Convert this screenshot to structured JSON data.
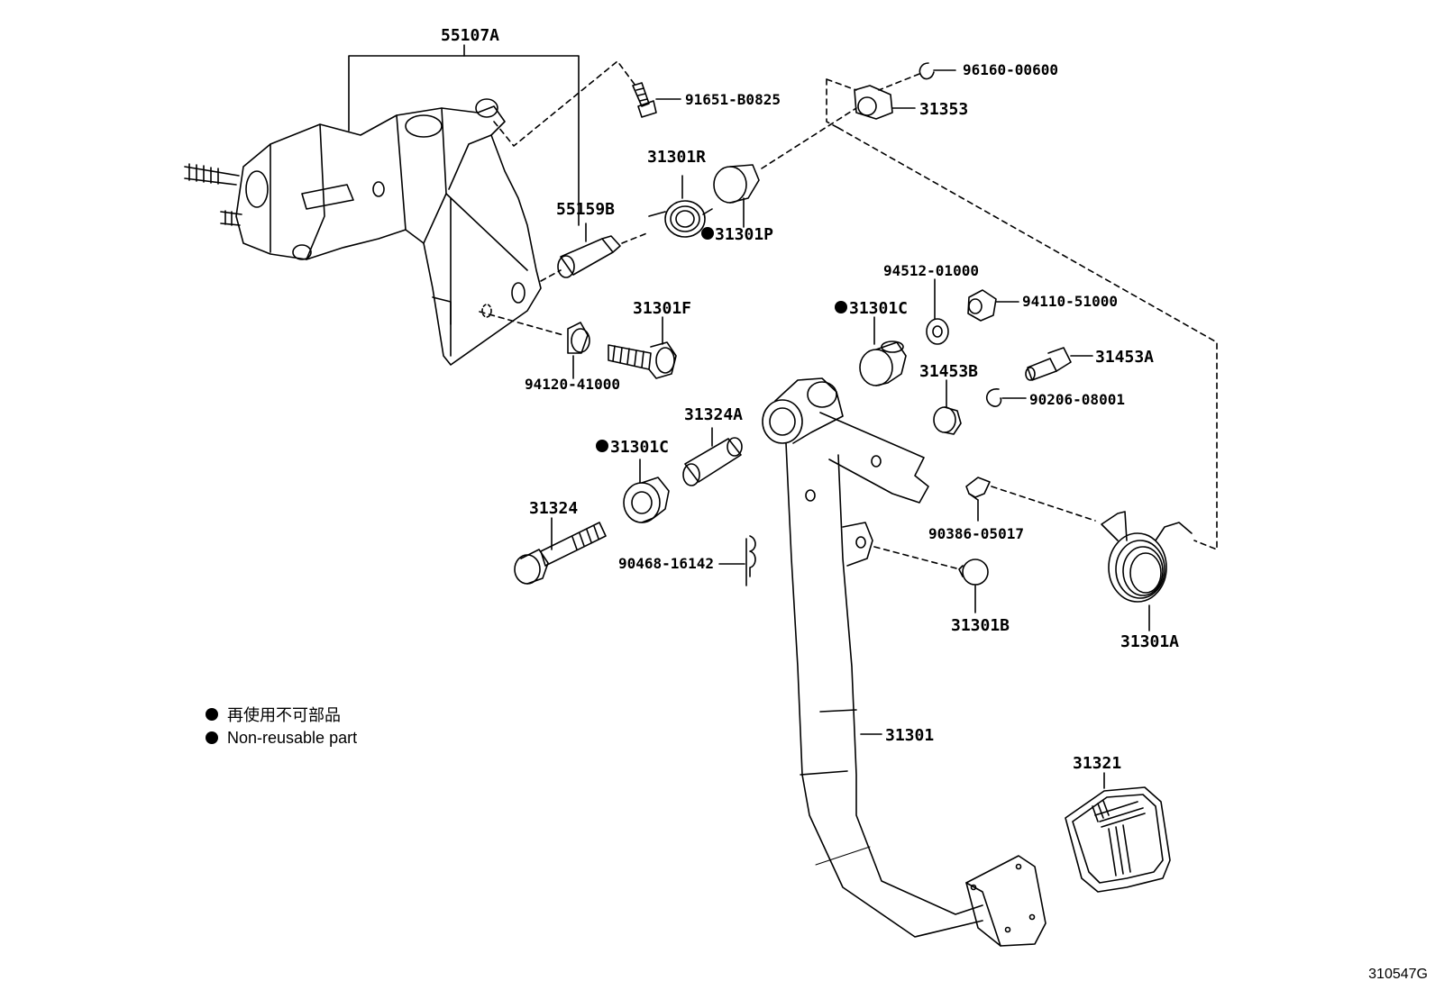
{
  "labels": {
    "p55107A": "55107A",
    "p91651": "91651-B0825",
    "p96160": "96160-00600",
    "p31353": "31353",
    "p31301R": "31301R",
    "p55159B": "55159B",
    "p31301P": "31301P",
    "p94512": "94512-01000",
    "p94110": "94110-51000",
    "p31301C_a": "31301C",
    "p31301F": "31301F",
    "p31453A": "31453A",
    "p94120": "94120-41000",
    "p31453B": "31453B",
    "p90206": "90206-08001",
    "p31324A": "31324A",
    "p31301C_b": "31301C",
    "p90386": "90386-05017",
    "p31324": "31324",
    "p90468": "90468-16142",
    "p31301B": "31301B",
    "p31301A": "31301A",
    "p31301": "31301",
    "p31321": "31321"
  },
  "legend": {
    "line1": "再使用不可部品",
    "line2": "Non-reusable part"
  },
  "figure_number": "310547G"
}
